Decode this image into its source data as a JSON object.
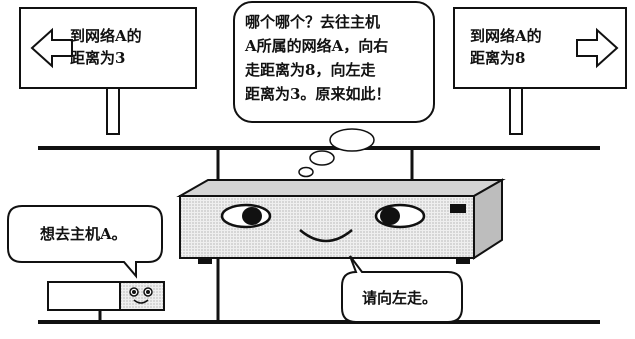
{
  "signs": {
    "left": {
      "line1": "到网络A的",
      "line2": "距离为3",
      "arrow_icon": "arrow-left-icon"
    },
    "right": {
      "line1": "到网络A的",
      "line2": "距离为8",
      "arrow_icon": "arrow-right-icon"
    }
  },
  "thought": {
    "lines": [
      "哪个哪个？去往主机",
      "A所属的网络A，向右",
      "走距离为8，向左走",
      "距离为3。原来如此！"
    ]
  },
  "host_speech": {
    "text": "想去主机A。"
  },
  "router_speech": {
    "text": "请向左走。"
  },
  "colors": {
    "ink": "#111111",
    "device_fill": "#e6e6e6",
    "paper": "#ffffff"
  }
}
